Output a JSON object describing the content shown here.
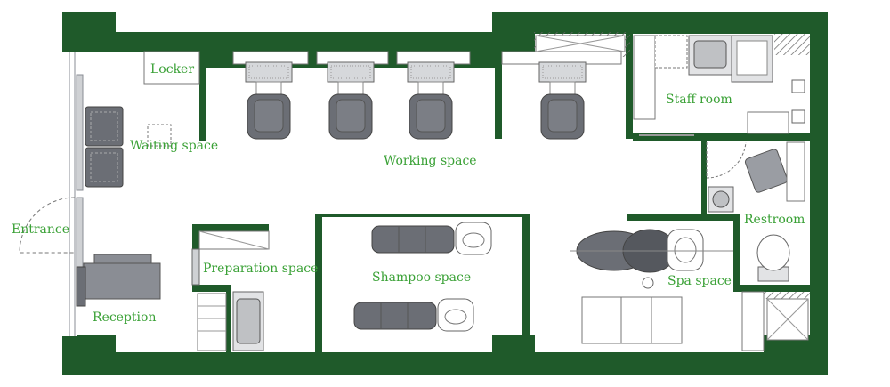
{
  "colors": {
    "wall": "#1f5a2a",
    "label": "#3aa136",
    "furniture": "#666a72",
    "furniture_light": "#8a8d94",
    "line": "#6b6b6b",
    "floor": "#ffffff"
  },
  "labels": {
    "locker": "Locker",
    "waiting_space": "Waiting space",
    "working_space": "Working space",
    "staff_room": "Staff room",
    "entrance": "Entrance",
    "preparation_space": "Preparation space",
    "shampoo_space": "Shampoo space",
    "restroom": "Restroom",
    "spa_space": "Spa space",
    "reception": "Reception"
  }
}
